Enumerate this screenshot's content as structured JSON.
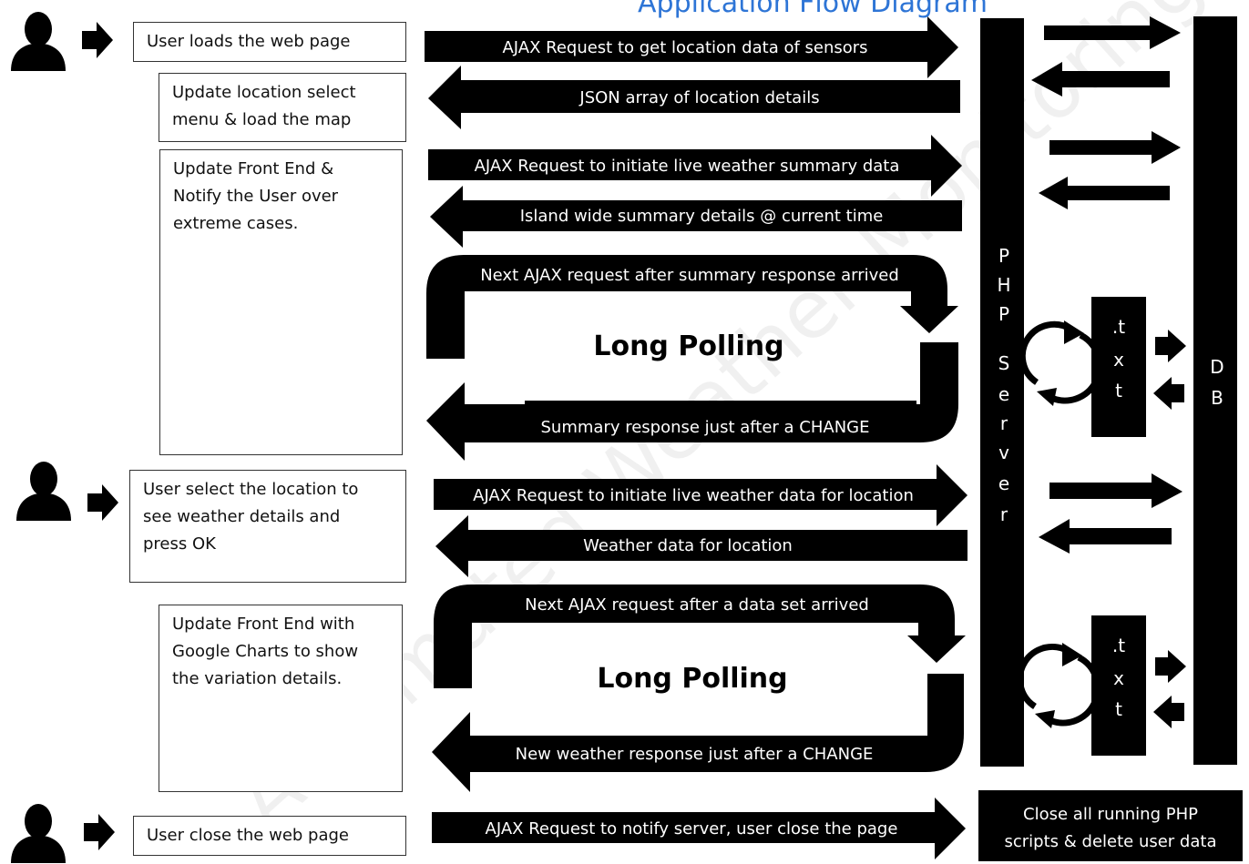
{
  "title": "Application Flow Diagram",
  "watermark": "Automated Weather Monitoring and Alerting System",
  "colors": {
    "ink": "#000000",
    "title": "#2e75d6"
  },
  "client_boxes": {
    "load_page": "User loads the web page",
    "update_location": "Update location select\nmenu & load the map",
    "update_front_end": "Update Front End &\nNotify the User over\nextreme cases.",
    "select_location": "User select the location to\nsee weather details and\npress OK",
    "update_charts": "Update Front End with\nGoogle Charts to show\nthe variation details.",
    "close_page": "User close the web page"
  },
  "messages": {
    "ajax_location": "AJAX Request to get location data of sensors",
    "json_location": "JSON array of location details",
    "ajax_summary": "AJAX Request to initiate live weather summary data",
    "island_summary": "Island wide summary details @ current time",
    "next_summary": "Next AJAX request after summary response arrived",
    "summary_change": "Summary response just after a CHANGE",
    "ajax_weather": "AJAX Request to initiate live weather data for location",
    "weather_data": "Weather data for location",
    "next_data": "Next AJAX request after a data set arrived",
    "weather_change": "New weather response just after a CHANGE",
    "ajax_close": "AJAX Request to notify server, user close the page"
  },
  "long_polling": "Long Polling",
  "server": {
    "letters": [
      "P",
      "H",
      "P",
      "S",
      "e",
      "r",
      "v",
      "e",
      "r"
    ]
  },
  "db": {
    "letters": [
      "D",
      "B"
    ]
  },
  "txt_file": {
    "letters": [
      ".t",
      "x",
      "t"
    ]
  },
  "close_scripts": [
    "Close all running PHP",
    "scripts & delete user data"
  ],
  "icons": [
    "user-icon",
    "arrow-right-icon",
    "refresh-cycle-icon"
  ]
}
